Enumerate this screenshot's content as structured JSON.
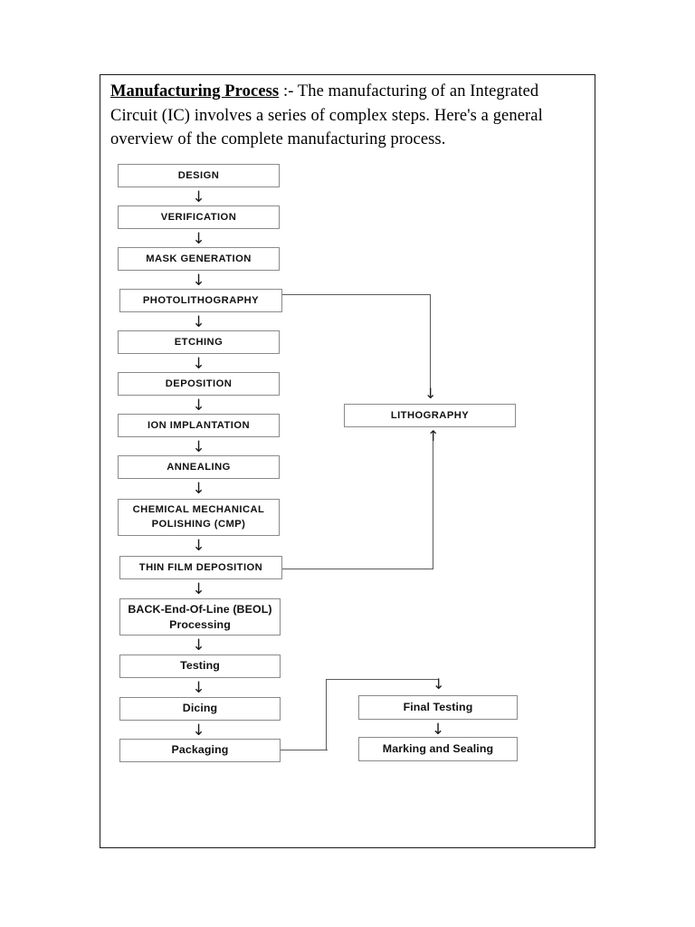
{
  "document": {
    "intro": {
      "title": "Manufacturing Process",
      "separator": " :- ",
      "body": " The manufacturing of an Integrated Circuit (IC) involves a series of complex steps. Here's a general overview of the complete manufacturing process."
    }
  },
  "colors": {
    "frame_border": "#1a1a1a",
    "node_border": "#8a8a8a",
    "connector": "#5a5a5a",
    "text": "#111111",
    "background": "#ffffff"
  },
  "flowchart": {
    "type": "flowchart",
    "orientation": "vertical",
    "main_column": [
      {
        "id": "design",
        "label": "DESIGN",
        "case": "caps"
      },
      {
        "id": "verification",
        "label": "VERIFICATION",
        "case": "caps"
      },
      {
        "id": "mask-generation",
        "label": "MASK  GENERATION",
        "case": "caps"
      },
      {
        "id": "photolithography",
        "label": "PHOTOLITHOGRAPHY",
        "case": "caps"
      },
      {
        "id": "etching",
        "label": "ETCHING",
        "case": "caps"
      },
      {
        "id": "deposition",
        "label": "DEPOSITION",
        "case": "caps"
      },
      {
        "id": "ion-implantation",
        "label": "ION  IMPLANTATION",
        "case": "caps"
      },
      {
        "id": "annealing",
        "label": "ANNEALING",
        "case": "caps"
      },
      {
        "id": "cmp",
        "label_line1": "CHEMICAL  MECHANICAL",
        "label_line2": "POLISHING (CMP)",
        "case": "caps"
      },
      {
        "id": "thin-film-deposition",
        "label": "THIN  FILM DEPOSITION",
        "case": "caps"
      },
      {
        "id": "beol",
        "label_line1": "BACK-End-Of-Line (BEOL)",
        "label_line2": "Processing",
        "case": "mixed"
      },
      {
        "id": "testing",
        "label": "Testing",
        "case": "mixed"
      },
      {
        "id": "dicing",
        "label": "Dicing",
        "case": "mixed"
      },
      {
        "id": "packaging",
        "label": "Packaging",
        "case": "mixed"
      }
    ],
    "side_column": [
      {
        "id": "lithography",
        "label": "LITHOGRAPHY",
        "case": "caps"
      },
      {
        "id": "final-testing",
        "label": "Final  Testing",
        "case": "mixed"
      },
      {
        "id": "marking-and-sealing",
        "label": "Marking  and Sealing",
        "case": "mixed"
      }
    ],
    "arrow_glyph": "↓",
    "arrow_up_glyph": "↑",
    "connections": [
      {
        "from": "photolithography",
        "to": "lithography",
        "style": "right-down"
      },
      {
        "from": "thin-film-deposition",
        "to": "lithography",
        "style": "right-up"
      },
      {
        "from": "packaging",
        "to": "final-testing",
        "style": "right-up-right-down"
      }
    ]
  }
}
